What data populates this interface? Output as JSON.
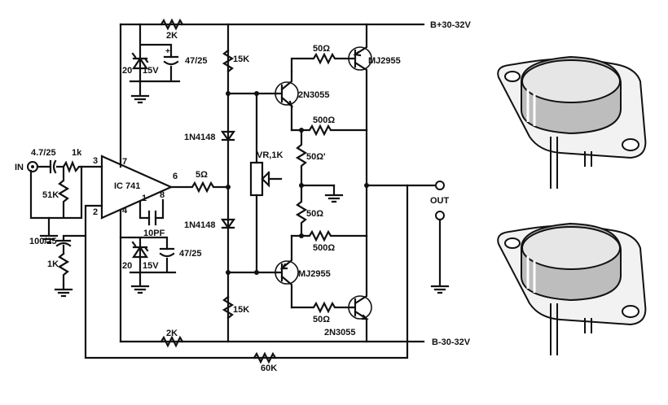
{
  "rails": {
    "positive": "B+30-32V",
    "negative": "B-30-32V"
  },
  "input": {
    "label": "IN",
    "cap": "4.7/25",
    "res": "1k",
    "bias_res": "51K"
  },
  "feedback_cap": "100/25",
  "feedback_res": "1K",
  "opamp": {
    "name": "IC 741",
    "pin_in_plus": "3",
    "pin_in_minus": "2",
    "pin_v_plus": "7",
    "pin_v_minus": "4",
    "pin_out": "6",
    "pin_comp_a": "1",
    "pin_comp_b": "8"
  },
  "comp_cap": "10PF",
  "top_zener": {
    "res": "2K",
    "zener": "20",
    "zener_v": "15V",
    "cap": "47/25"
  },
  "bottom_zener": {
    "zener": "20",
    "zener_v": "15V",
    "cap": "47/25",
    "res": "2K"
  },
  "out_res": "5Ω",
  "bias": {
    "res_top": "15K",
    "res_bottom": "15K",
    "diode_top": "1N4148",
    "diode_bottom": "1N4148",
    "vr": "VR,1K"
  },
  "drivers": {
    "upper": "2N3055",
    "lower": "MJ2955"
  },
  "outputs": {
    "upper": "MJ2955",
    "lower": "2N3055"
  },
  "resistors": {
    "r_upper_base": "50Ω",
    "r_upper_emit": "500Ω",
    "r_upper_mid": "50Ω'",
    "r_lower_mid": "50Ω",
    "r_lower_emit": "500Ω",
    "r_lower_base": "50Ω"
  },
  "global_feedback": "60K",
  "output_label": "OUT",
  "package_images": [
    "to3-transistor-top",
    "to3-transistor-bottom"
  ]
}
